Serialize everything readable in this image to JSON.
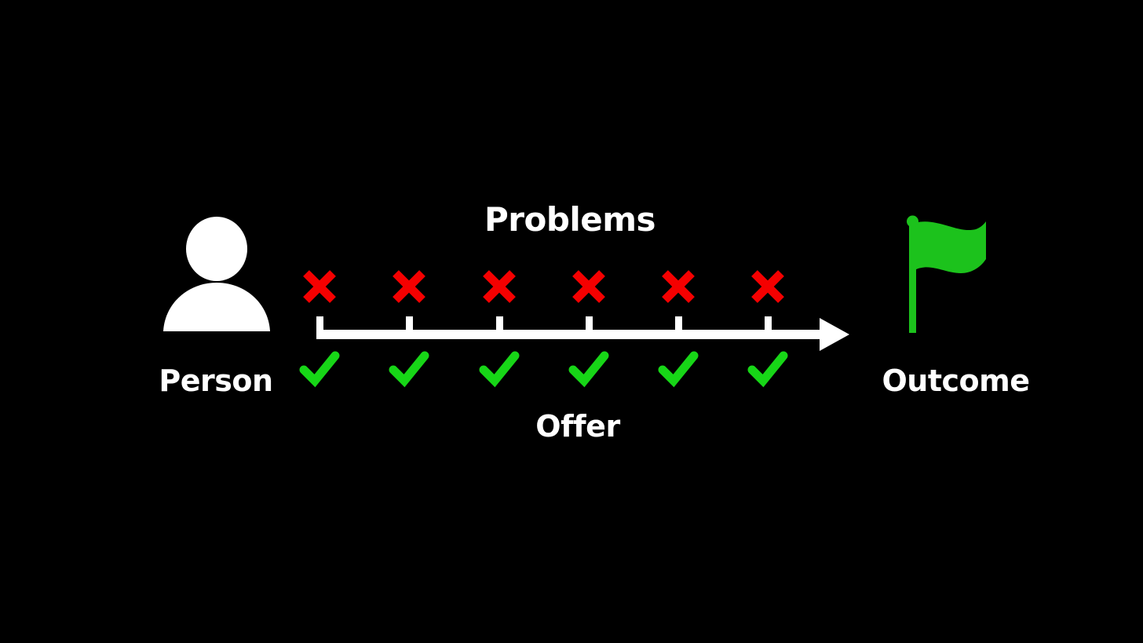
{
  "diagram": {
    "title_context": "Person to Outcome journey with problems and offers",
    "background_color": "#000000"
  },
  "person": {
    "label": "Person",
    "icon": "person-icon",
    "color": "#ffffff"
  },
  "outcome": {
    "label": "Outcome",
    "icon": "flag-icon",
    "flag_color": "#1cc21c",
    "label_color": "#ffffff"
  },
  "axis": {
    "name": "journey-arrow",
    "direction": "left-to-right",
    "color": "#ffffff",
    "tick_count": 6
  },
  "problems": {
    "label": "Problems",
    "mark_icon": "x-mark-icon",
    "mark_color": "#f50000",
    "count": 6,
    "items": [
      {
        "index": 1,
        "mark": "x"
      },
      {
        "index": 2,
        "mark": "x"
      },
      {
        "index": 3,
        "mark": "x"
      },
      {
        "index": 4,
        "mark": "x"
      },
      {
        "index": 5,
        "mark": "x"
      },
      {
        "index": 6,
        "mark": "x"
      }
    ]
  },
  "offer": {
    "label": "Offer",
    "mark_icon": "check-mark-icon",
    "mark_color": "#17d617",
    "count": 6,
    "items": [
      {
        "index": 1,
        "mark": "check"
      },
      {
        "index": 2,
        "mark": "check"
      },
      {
        "index": 3,
        "mark": "check"
      },
      {
        "index": 4,
        "mark": "check"
      },
      {
        "index": 5,
        "mark": "check"
      },
      {
        "index": 6,
        "mark": "check"
      }
    ]
  },
  "layout": {
    "mark_x_positions": [
      407,
      521,
      636,
      750,
      864,
      978
    ]
  }
}
